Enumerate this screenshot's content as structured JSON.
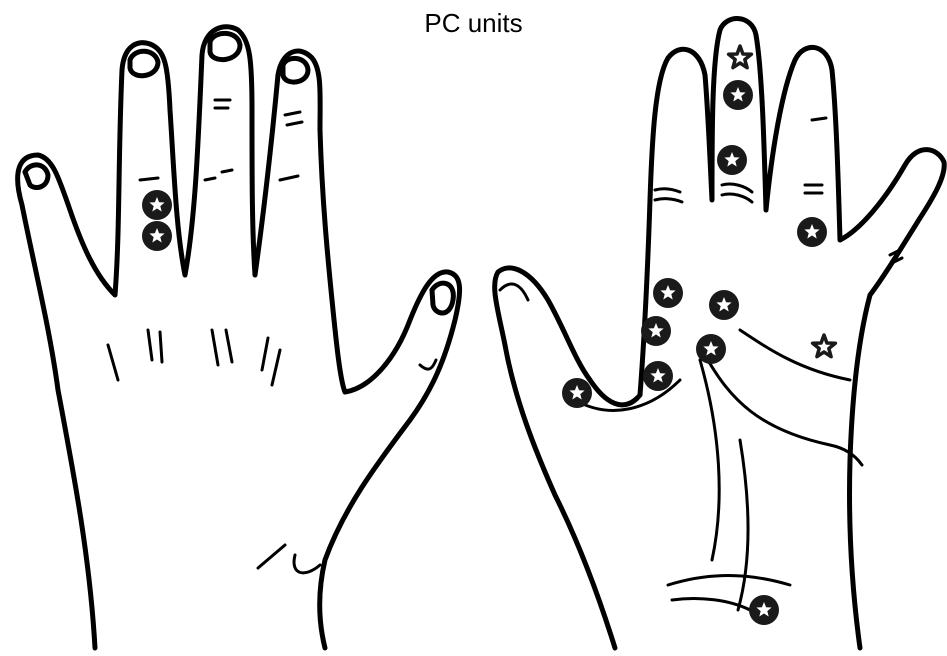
{
  "figure": {
    "title": "PC units",
    "marker_color": "#1a1a1a",
    "star_color": "#ffffff",
    "filled_marker": "circled-star",
    "open_marker": "outline-star"
  }
}
